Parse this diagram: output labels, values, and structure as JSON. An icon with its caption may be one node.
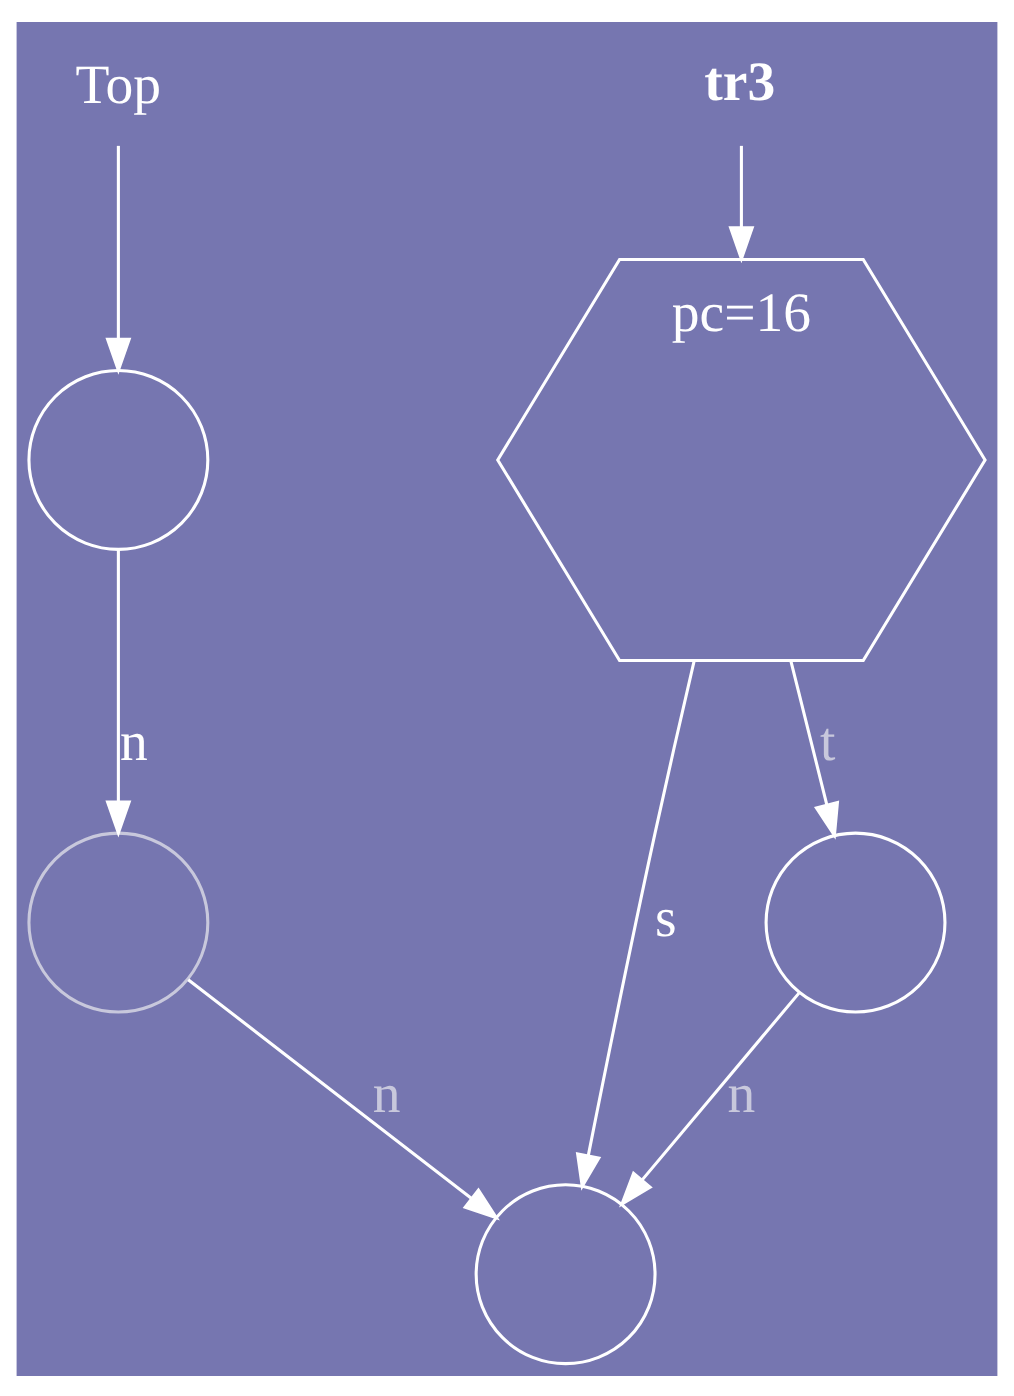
{
  "diagram": {
    "nodes": [
      {
        "text": [
          "Top"
        ]
      },
      {
        "text": [],
        "shape": "circle"
      },
      {
        "text": [],
        "shape": "circle"
      },
      {
        "text": [],
        "shape": "circle"
      },
      {
        "text": [
          "tr3"
        ]
      },
      {
        "text": [
          "pc=16"
        ]
      },
      {
        "text": [],
        "shape": "circle"
      }
    ],
    "edges": [
      {
        "from": 0,
        "to": 1,
        "arrow": "to"
      },
      {
        "from": 1,
        "to": 2,
        "arrow": "to",
        "label": "n"
      },
      {
        "from": 2,
        "to": 3,
        "arrow": "to",
        "label": "n"
      },
      {
        "from": 4,
        "to": 5,
        "arrow": "to"
      },
      {
        "from": 5,
        "to": 3,
        "arrow": "to",
        "label": "s"
      },
      {
        "from": 5,
        "to": 6,
        "arrow": "to",
        "label": "t"
      },
      {
        "from": 6,
        "to": 3,
        "arrow": "to",
        "label": "n"
      }
    ]
  }
}
